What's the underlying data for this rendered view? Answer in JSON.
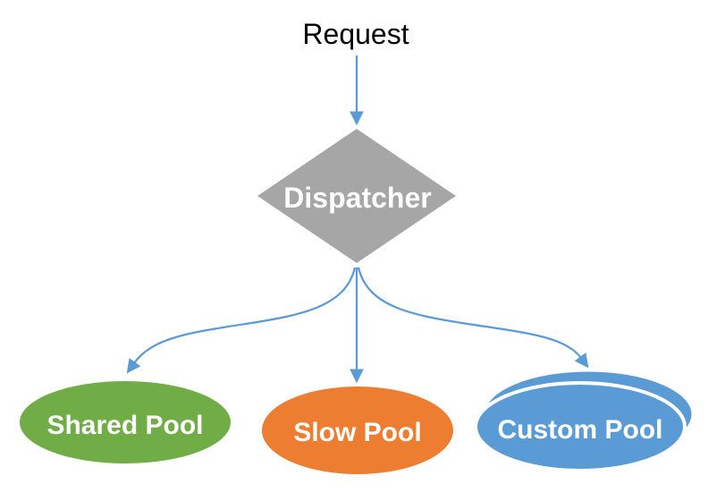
{
  "diagram": {
    "background": "#FFFFFF",
    "arrow_color": "#5B9BD5",
    "nodes": {
      "request": {
        "label": "Request",
        "shape": "text",
        "text_color": "#000000"
      },
      "dispatcher": {
        "label": "Dispatcher",
        "shape": "diamond",
        "fill": "#A6A6A6",
        "text_color": "#FFFFFF"
      },
      "shared_pool": {
        "label": "Shared Pool",
        "shape": "ellipse",
        "fill": "#70AD47",
        "text_color": "#FFFFFF"
      },
      "slow_pool": {
        "label": "Slow Pool",
        "shape": "ellipse",
        "fill": "#ED7D31",
        "text_color": "#FFFFFF"
      },
      "custom_pool": {
        "label": "Custom Pool",
        "shape": "stacked-ellipse",
        "fill": "#5B9BD5",
        "text_color": "#FFFFFF"
      }
    },
    "edges": [
      {
        "from": "Request",
        "to": "Dispatcher"
      },
      {
        "from": "Dispatcher",
        "to": "Shared Pool"
      },
      {
        "from": "Dispatcher",
        "to": "Slow Pool"
      },
      {
        "from": "Dispatcher",
        "to": "Custom Pool"
      }
    ]
  }
}
